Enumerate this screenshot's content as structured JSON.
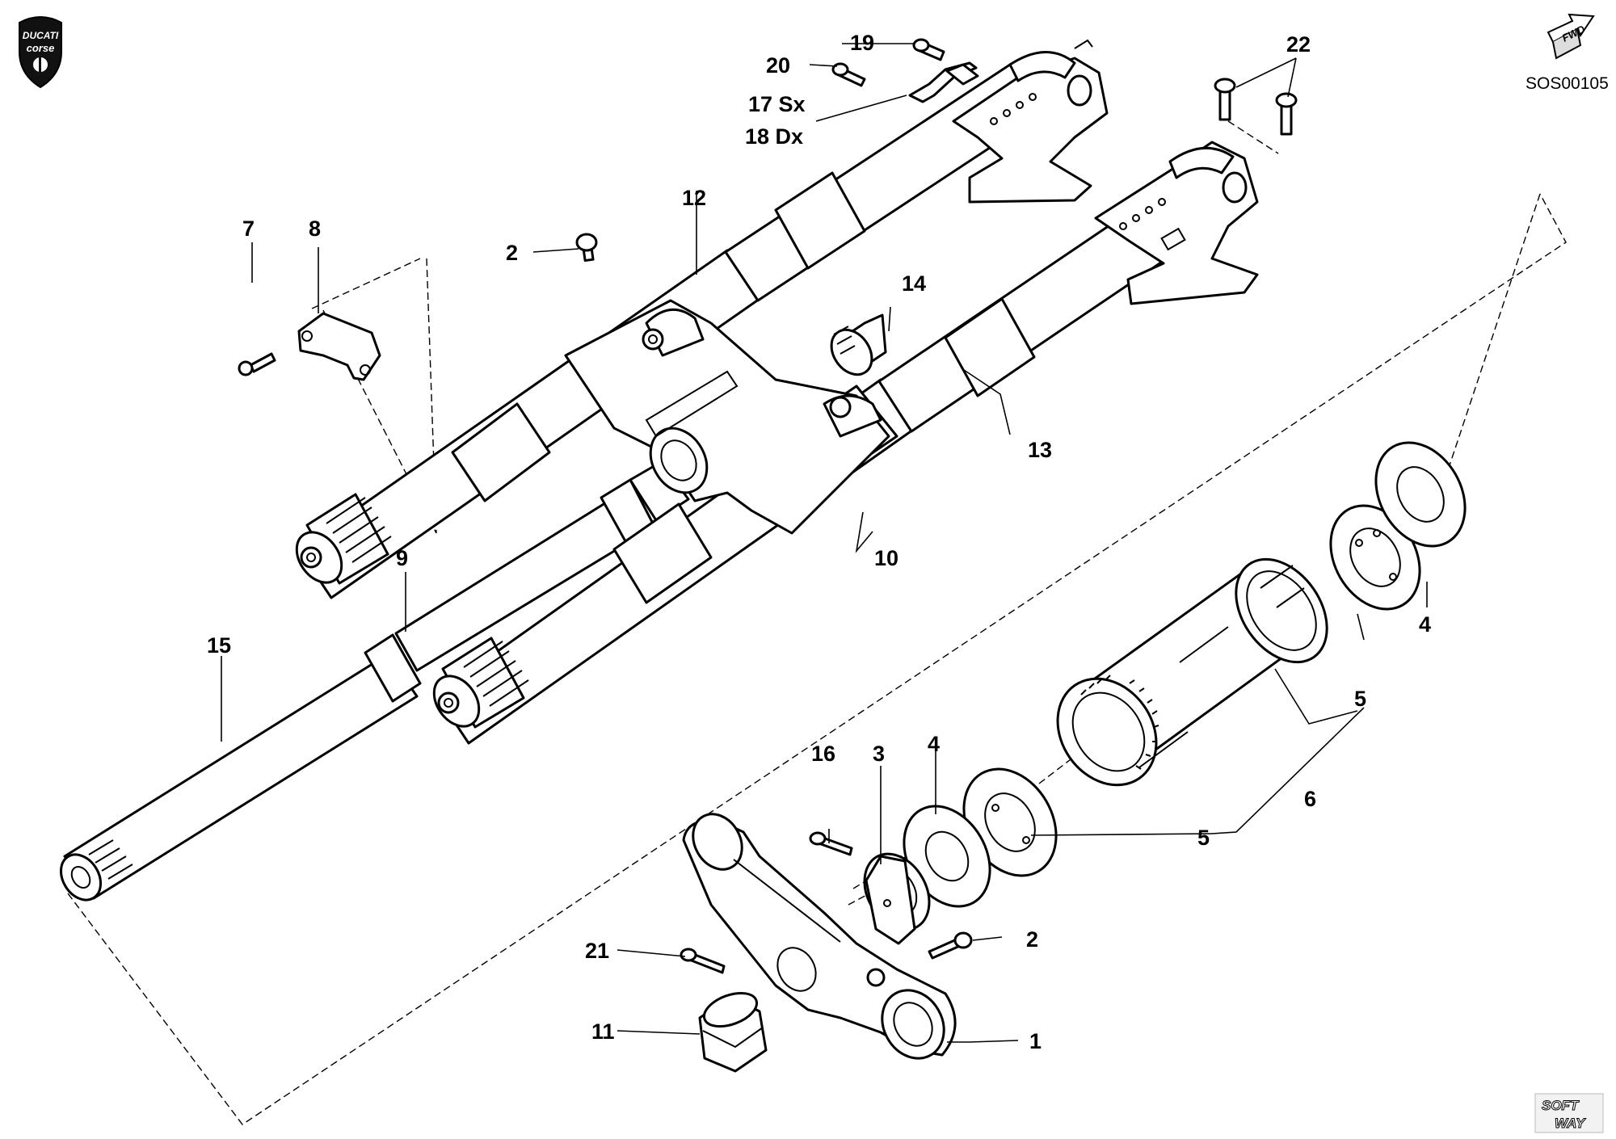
{
  "reference_code": "SOS00105",
  "fwd_label": "FWD",
  "brand_logo": {
    "line1": "DUCATI",
    "line2": "corse"
  },
  "publisher_logo": {
    "line1": "SOFT",
    "line2": "WAY"
  },
  "callouts": {
    "p1": "1",
    "p2a": "2",
    "p2b": "2",
    "p3": "3",
    "p4a": "4",
    "p4b": "4",
    "p5a": "5",
    "p5b": "5",
    "p6": "6",
    "p7": "7",
    "p8": "8",
    "p9": "9",
    "p10": "10",
    "p11": "11",
    "p12": "12",
    "p13": "13",
    "p14": "14",
    "p15": "15",
    "p16": "16",
    "p17": "17 Sx",
    "p18": "18 Dx",
    "p19": "19",
    "p20": "20",
    "p21": "21",
    "p22": "22"
  },
  "colors": {
    "line": "#000000",
    "background": "#ffffff",
    "shade": "#e6e6e6"
  },
  "icons": [
    "ducati-corse-logo",
    "fwd-arrow-icon",
    "softway-logo"
  ]
}
